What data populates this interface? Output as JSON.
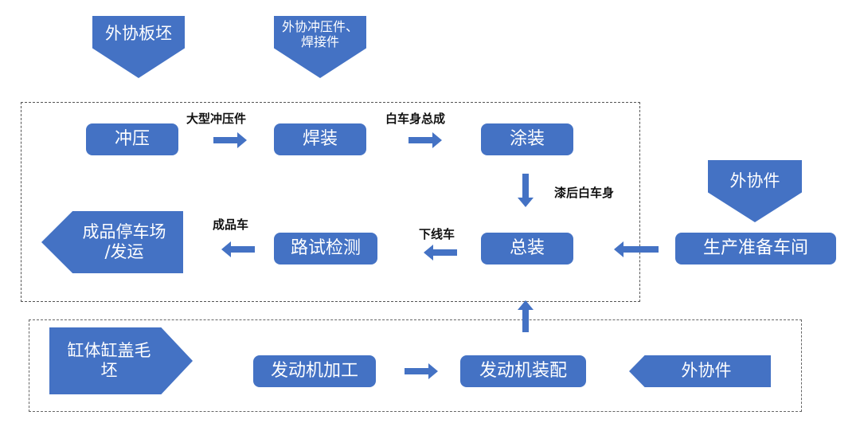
{
  "colors": {
    "fill": "#4472C4",
    "text": "#FFFFFF",
    "label": "#111111"
  },
  "inputs": {
    "blank_steel": "外协板坯",
    "stamping_welding_parts": "外协冲压件、\n焊接件",
    "outsourced_parts_right": "外协件",
    "block_head_blank": "缸体缸盖毛\n坯",
    "outsourced_parts_bottom": "外协件"
  },
  "outputs": {
    "finished_lot": "成品停车场\n/发运"
  },
  "stations": {
    "stamping": "冲压",
    "welding": "焊装",
    "painting": "涂装",
    "final_assembly": "总装",
    "road_test": "路试检测",
    "production_prep": "生产准备车间",
    "engine_machining": "发动机加工",
    "engine_assembly": "发动机装配"
  },
  "flow_labels": {
    "large_stampings": "大型冲压件",
    "body_in_white": "白车身总成",
    "painted_body": "漆后白车身",
    "offline_vehicle": "下线车",
    "finished_vehicle": "成品车"
  }
}
